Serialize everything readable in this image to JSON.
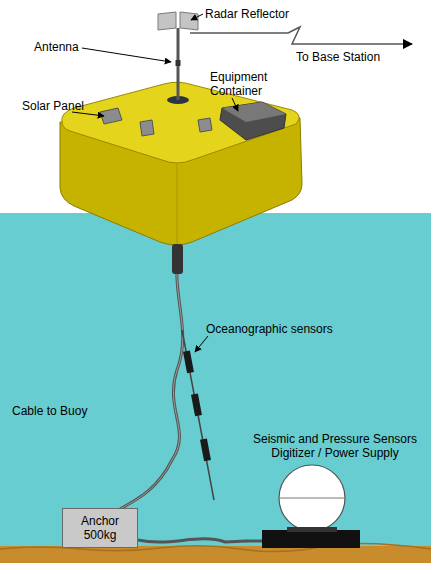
{
  "diagram": {
    "nodes": [
      {
        "text": [
          "Anchor 500kg"
        ]
      },
      {
        "text": [
          "Seismic and Pressure Sensors Digitizer / Power Supply"
        ]
      }
    ],
    "edges": [
      {
        "from": 0,
        "to": 1,
        "arrow": "none"
      }
    ],
    "labels": [
      "Radar Reflector",
      "Antenna",
      "To Base Station",
      "Solar Panel",
      "Equipment Container",
      "Cable to Buoy",
      "Oceanographic sensors"
    ]
  }
}
